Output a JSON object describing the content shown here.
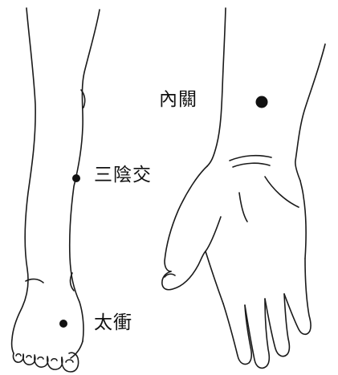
{
  "points": {
    "neiguan": {
      "label": "內關"
    },
    "sanyinjiao": {
      "label": "三陰交"
    },
    "taichong": {
      "label": "太衝"
    }
  },
  "colors": {
    "outline": "#1a1a1a",
    "point": "#111111",
    "background": "#ffffff"
  }
}
